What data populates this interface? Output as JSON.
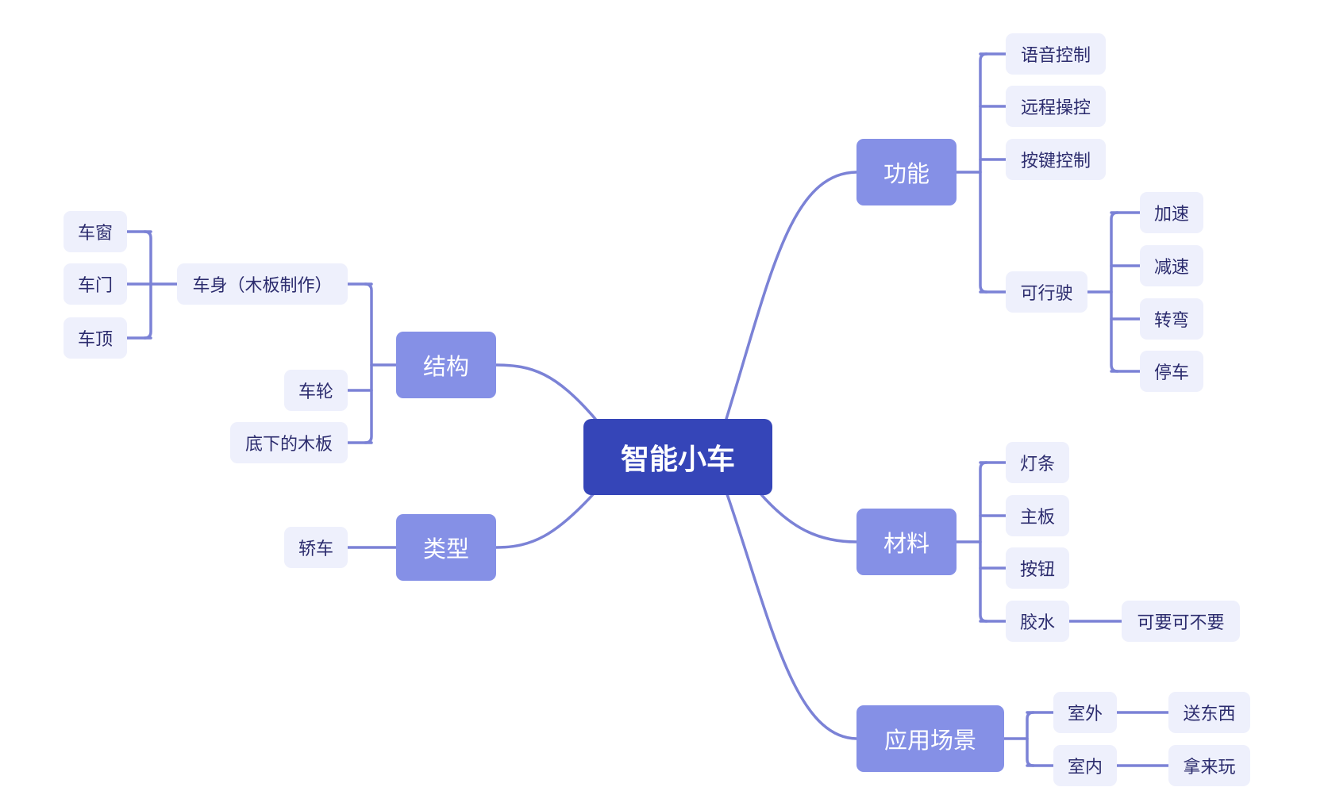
{
  "mindmap": {
    "root": "智能小车",
    "branches": {
      "gongneng": {
        "label": "功能",
        "items": {
          "yuyin": "语音控制",
          "yuancheng": "远程操控",
          "anjian": "按键控制",
          "kexingshi": "可行驶",
          "jiasu": "加速",
          "jiansu": "减速",
          "zhuanwan": "转弯",
          "tingche": "停车"
        }
      },
      "cailiao": {
        "label": "材料",
        "items": {
          "dengtiao": "灯条",
          "zhuban": "主板",
          "anniu": "按钮",
          "jiaoshui": "胶水",
          "keyao": "可要可不要"
        }
      },
      "yingyong": {
        "label": "应用场景",
        "items": {
          "shiwai": "室外",
          "songdongxi": "送东西",
          "shinei": "室内",
          "nalaiwan": "拿来玩"
        }
      },
      "jiegou": {
        "label": "结构",
        "items": {
          "cheshen": "车身（木板制作）",
          "chechuang": "车窗",
          "chemen": "车门",
          "cheding": "车顶",
          "chelun": "车轮",
          "dixia": "底下的木板"
        }
      },
      "leixing": {
        "label": "类型",
        "items": {
          "jiaoche": "轿车"
        }
      }
    }
  },
  "colors": {
    "root_bg": "#3545b8",
    "main_bg": "#8590e6",
    "sub_bg": "#eef0fc",
    "sub_text": "#2c2c6e",
    "line": "#7b82d6"
  }
}
